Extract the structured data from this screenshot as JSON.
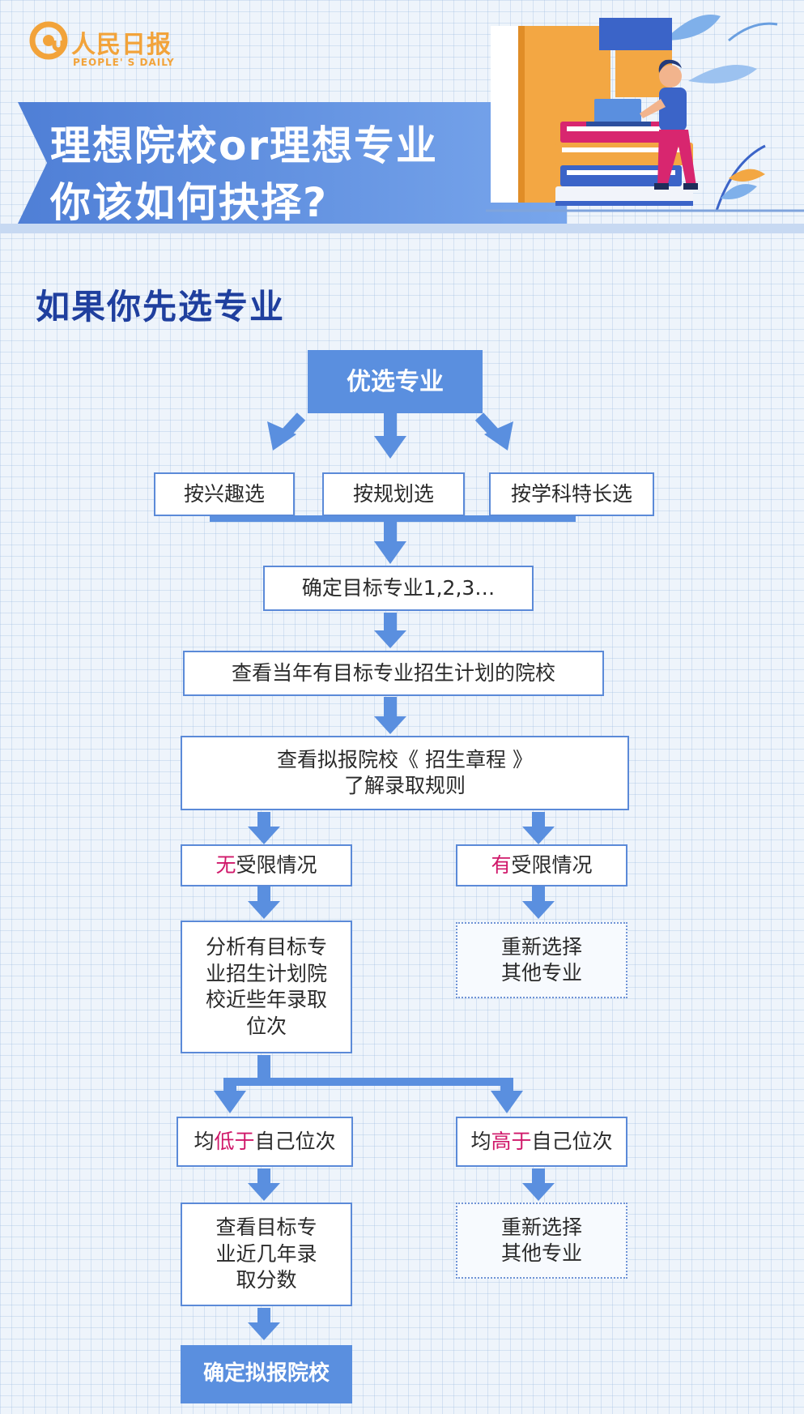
{
  "brand": {
    "logo_symbol": "@",
    "name_cn": "人民日报",
    "name_en": "PEOPLE' S DAILY"
  },
  "header": {
    "title_line1": "理想院校or理想专业",
    "title_line2": "你该如何抉择?"
  },
  "section": {
    "title": "如果你先选专业"
  },
  "flow": {
    "start": "优选专业",
    "methods": [
      "按兴趣选",
      "按规划选",
      "按学科特长选"
    ],
    "determine_major": "确定目标专业1,2,3…",
    "check_plan": "查看当年有目标专业招生计划的院校",
    "check_rules_line1": "查看拟报院校《 招生章程 》",
    "check_rules_line2": "了解录取规则",
    "no_restriction": {
      "highlight": "无",
      "rest": "受限情况"
    },
    "has_restriction": {
      "highlight": "有",
      "rest": "受限情况"
    },
    "analyze": [
      "分析有目标专",
      "业招生计划院",
      "校近些年录取",
      "位次"
    ],
    "reselect_1": [
      "重新选择",
      "其他专业"
    ],
    "lower": {
      "pre": "均",
      "highlight": "低于",
      "post": "自己位次"
    },
    "higher": {
      "pre": "均",
      "highlight": "高于",
      "post": "自己位次"
    },
    "check_scores": [
      "查看目标专",
      "业近几年录",
      "取分数"
    ],
    "reselect_2": [
      "重新选择",
      "其他专业"
    ],
    "final": "确定拟报院校"
  },
  "colors": {
    "accent_blue": "#5a8fdf",
    "title_navy": "#1f3f9e",
    "highlight_magenta": "#d0186a",
    "brand_orange": "#f2a33a"
  }
}
